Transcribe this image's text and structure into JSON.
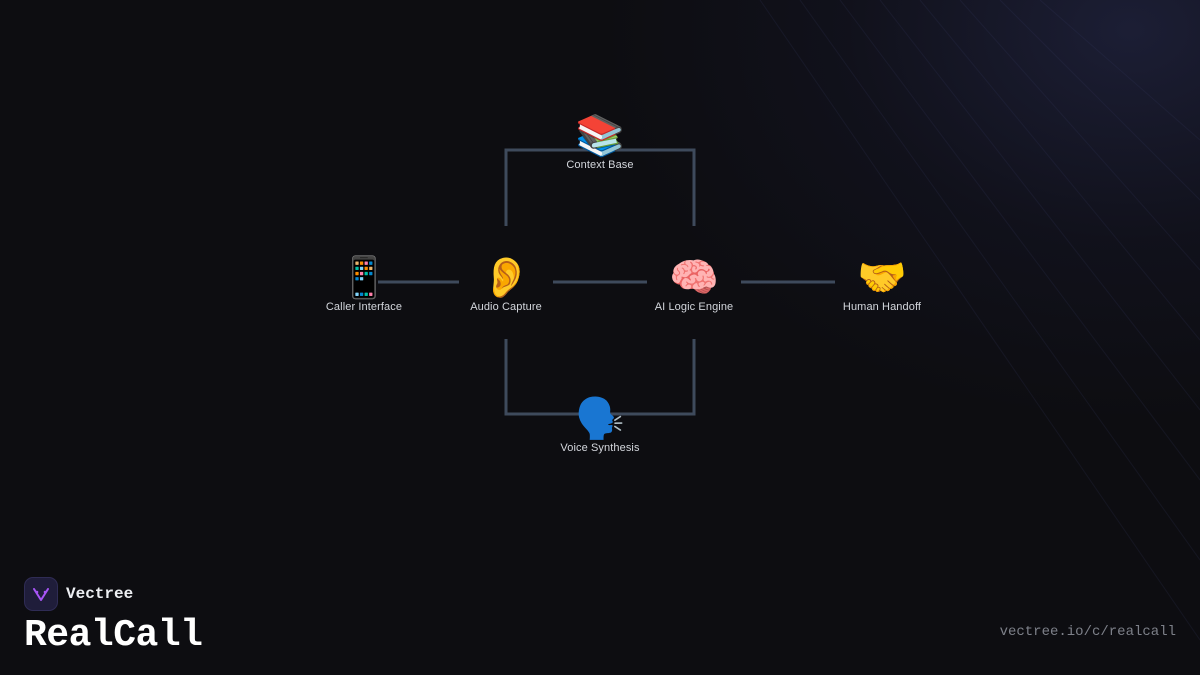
{
  "diagram": {
    "nodes": [
      {
        "id": "caller",
        "icon": "📱",
        "icon_name": "mobile-phone-icon",
        "label": "Caller Interface"
      },
      {
        "id": "audio",
        "icon": "👂",
        "icon_name": "ear-icon",
        "label": "Audio Capture"
      },
      {
        "id": "context",
        "icon": "📚",
        "icon_name": "books-icon",
        "label": "Context Base"
      },
      {
        "id": "ai",
        "icon": "🧠",
        "icon_name": "brain-icon",
        "label": "AI Logic Engine"
      },
      {
        "id": "handoff",
        "icon": "🤝",
        "icon_name": "handshake-icon",
        "label": "Human Handoff"
      },
      {
        "id": "voice",
        "icon": "🗣️",
        "icon_name": "speaking-head-icon",
        "label": "Voice Synthesis"
      }
    ],
    "edges": [
      {
        "from": "caller",
        "to": "audio"
      },
      {
        "from": "audio",
        "to": "ai"
      },
      {
        "from": "ai",
        "to": "handoff"
      },
      {
        "from": "audio",
        "to": "context"
      },
      {
        "from": "context",
        "to": "ai"
      },
      {
        "from": "audio",
        "to": "voice"
      },
      {
        "from": "voice",
        "to": "ai"
      }
    ],
    "line_color": "#3e4a5c"
  },
  "branding": {
    "company": "Vectree",
    "product": "RealCall",
    "url": "vectree.io/c/realcall",
    "logo_color": "#a855f7"
  }
}
